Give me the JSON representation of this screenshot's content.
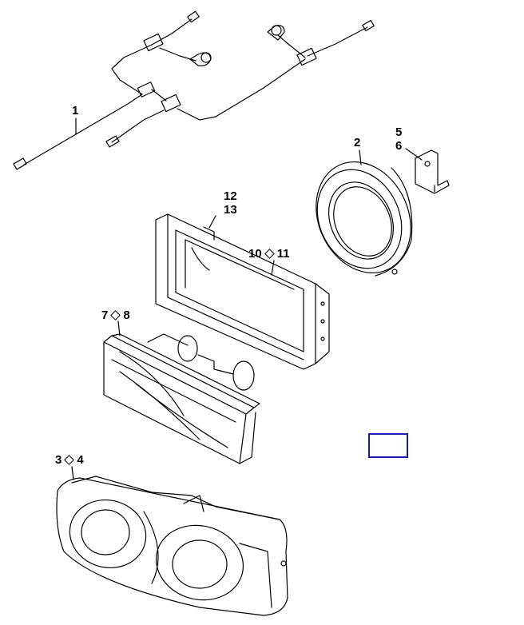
{
  "callouts": {
    "c1": "1",
    "c2": "2",
    "c5": "5",
    "c6": "6",
    "c12": "12",
    "c13": "13",
    "c10": "10",
    "c11": "11",
    "c7": "7",
    "c8": "8",
    "c3": "3",
    "c4": "4"
  },
  "colors": {
    "line": "#000000",
    "selection": "#1a1ab0",
    "background": "#ffffff"
  }
}
